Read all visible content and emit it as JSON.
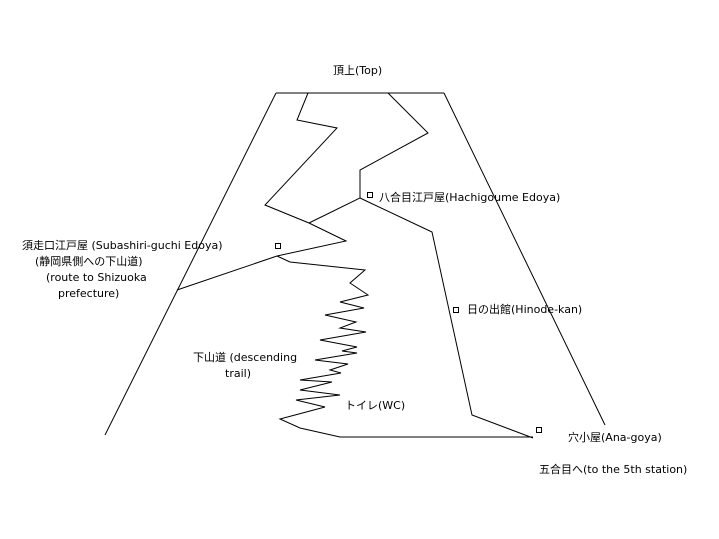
{
  "map": {
    "labels": {
      "top": "頂上(Top)",
      "hachigoume": "八合目江戸屋(Hachigoume Edoya)",
      "subashiri_1": "須走口江戸屋 (Subashiri-guchi Edoya)",
      "subashiri_2": "(静岡県側への下山道)",
      "subashiri_3": "(route to Shizuoka",
      "subashiri_4": "prefecture)",
      "hinode": "日の出館(Hinode-kan)",
      "descending_1": "下山道 (descending",
      "descending_2": "trail)",
      "toilet": "トイレ(WC)",
      "anagoya": "穴小屋(Ana-goya)",
      "station5": "五合目へ(to the 5th station)"
    }
  }
}
